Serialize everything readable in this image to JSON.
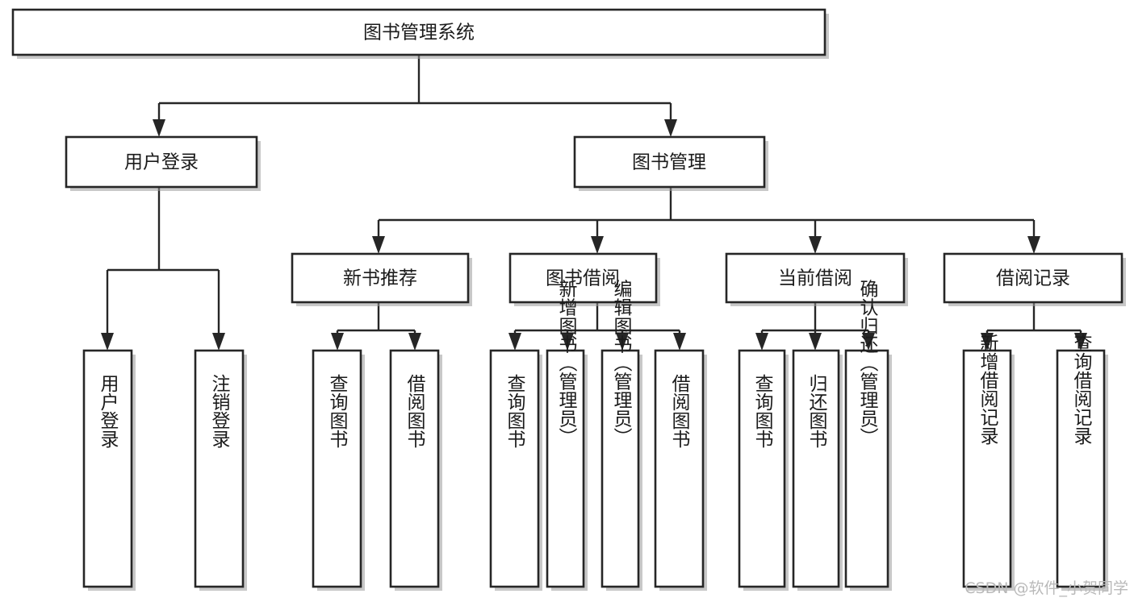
{
  "diagram": {
    "title": "图书管理系统",
    "type": "tree-hierarchy-chart",
    "colors": {
      "stroke": "#262626",
      "fill": "#ffffff",
      "text": "#1b1b1b",
      "shadow": "#9a9a9a",
      "watermark": "#b9b9b9"
    },
    "levels": {
      "root": {
        "label": "图书管理系统"
      },
      "level2": [
        {
          "label": "用户登录"
        },
        {
          "label": "图书管理"
        }
      ],
      "level3": [
        {
          "label": "新书推荐"
        },
        {
          "label": "图书借阅"
        },
        {
          "label": "当前借阅"
        },
        {
          "label": "借阅记录"
        }
      ]
    },
    "nodes": {
      "root": "图书管理系统",
      "user_login": "用户登录",
      "book_manage": "图书管理",
      "new_book_rec": "新书推荐",
      "book_borrow": "图书借阅",
      "current_borrow": "当前借阅",
      "borrow_record": "借阅记录",
      "leaf_user_login": "用户登录",
      "leaf_logout": "注销登录",
      "leaf_query_book_a": "查询图书",
      "leaf_borrow_book_a": "借阅图书",
      "leaf_query_book_b": "查询图书",
      "leaf_add_book_admin": "新增图书（管理员）",
      "leaf_edit_book_admin": "编辑图书（管理员）",
      "leaf_borrow_book_b": "借阅图书",
      "leaf_query_book_c": "查询图书",
      "leaf_return_book": "归还图书",
      "leaf_confirm_return_admin": "确认归还（管理员）",
      "leaf_add_record": "新增借阅记录",
      "leaf_query_record": "查询借阅记录"
    },
    "watermark": "CSDN @软件_小贺同学"
  },
  "chart_data": {
    "type": "tree",
    "title": "图书管理系统",
    "root": {
      "label": "图书管理系统",
      "children": [
        {
          "label": "用户登录",
          "children": [
            {
              "label": "用户登录",
              "children": []
            },
            {
              "label": "注销登录",
              "children": []
            }
          ]
        },
        {
          "label": "图书管理",
          "children": [
            {
              "label": "新书推荐",
              "children": [
                {
                  "label": "查询图书",
                  "children": []
                },
                {
                  "label": "借阅图书",
                  "children": []
                }
              ]
            },
            {
              "label": "图书借阅",
              "children": [
                {
                  "label": "查询图书",
                  "children": []
                },
                {
                  "label": "新增图书（管理员）",
                  "children": []
                },
                {
                  "label": "编辑图书（管理员）",
                  "children": []
                },
                {
                  "label": "借阅图书",
                  "children": []
                }
              ]
            },
            {
              "label": "当前借阅",
              "children": [
                {
                  "label": "查询图书",
                  "children": []
                },
                {
                  "label": "归还图书",
                  "children": []
                },
                {
                  "label": "确认归还（管理员）",
                  "children": []
                }
              ]
            },
            {
              "label": "借阅记录",
              "children": [
                {
                  "label": "新增借阅记录",
                  "children": []
                },
                {
                  "label": "查询借阅记录",
                  "children": []
                }
              ]
            }
          ]
        }
      ]
    },
    "depth": 4,
    "node_count": 20,
    "leaf_count": 13,
    "orientation": "top-down",
    "leaf_text_orientation": "vertical"
  }
}
